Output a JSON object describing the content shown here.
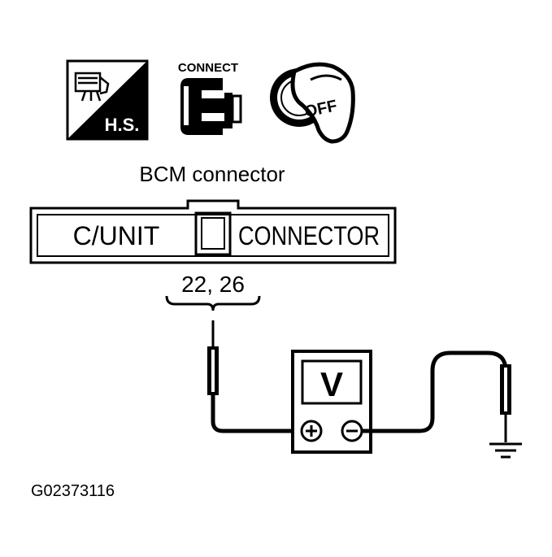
{
  "icons": {
    "harness_side_label": "H.S.",
    "connect_label": "CONNECT",
    "ignition_label": "OFF"
  },
  "title": "BCM connector",
  "connector": {
    "left_label": "C/UNIT",
    "right_label": "CONNECTOR"
  },
  "terminals": "22, 26",
  "meter": {
    "label": "V",
    "plus_icon": "plus-terminal-icon",
    "minus_icon": "minus-terminal-icon"
  },
  "figure_id": "G02373116",
  "colors": {
    "ink": "#000000",
    "paper": "#ffffff"
  }
}
